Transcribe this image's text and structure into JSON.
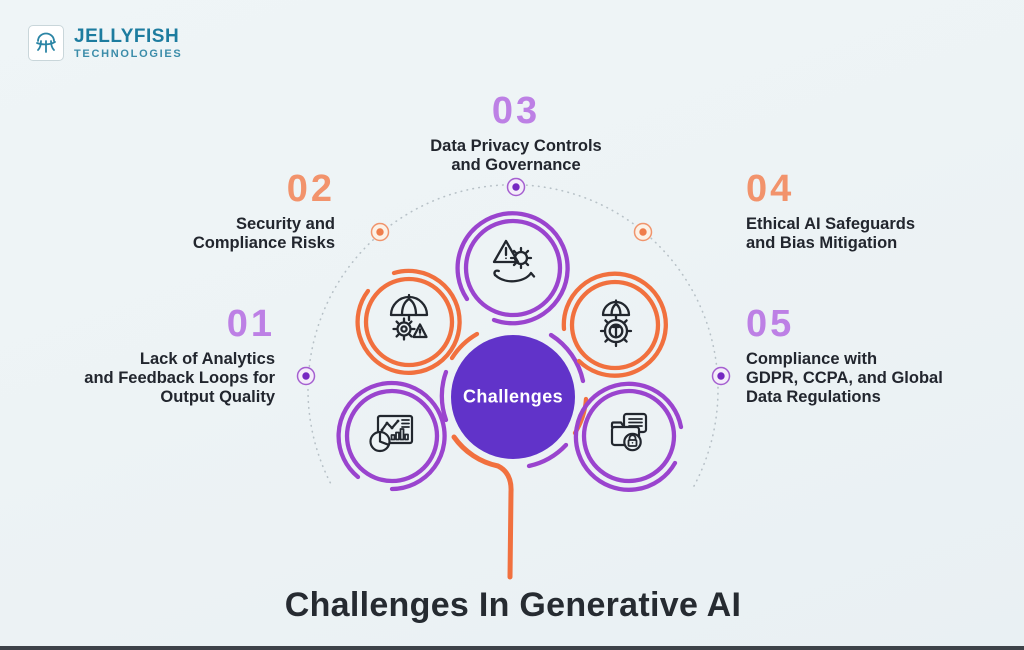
{
  "brand": {
    "name": "JELLYFISH",
    "subname": "TECHNOLOGIES",
    "logo_icon": "jellyfish-icon"
  },
  "title": "Challenges In Generative AI",
  "center_label": "Challenges",
  "colors": {
    "purple_ring": "#9A44CE",
    "orange_ring": "#F1703E",
    "purple_number": "#BD80E5",
    "orange_number": "#F2936C",
    "center_fill": "#6133C9",
    "text_dark": "#22262E",
    "brand_teal": "#1D7C9F",
    "background": "#EDF3F5"
  },
  "items": [
    {
      "number": "01",
      "color": "purple",
      "icon": "analytics-dashboard-icon",
      "lines": [
        "Lack of Analytics",
        "and Feedback Loops for",
        "Output Quality"
      ]
    },
    {
      "number": "02",
      "color": "orange",
      "icon": "umbrella-gear-risk-icon",
      "lines": [
        "Security and",
        "Compliance Risks"
      ]
    },
    {
      "number": "03",
      "color": "purple",
      "icon": "hand-warning-gear-icon",
      "lines": [
        "Data Privacy Controls",
        "and Governance"
      ]
    },
    {
      "number": "04",
      "color": "orange",
      "icon": "umbrella-gear-balance-icon",
      "lines": [
        "Ethical AI Safeguards",
        "and Bias Mitigation"
      ]
    },
    {
      "number": "05",
      "color": "purple",
      "icon": "folder-lock-icon",
      "lines": [
        "Compliance with",
        "GDPR, CCPA, and Global",
        "Data Regulations"
      ]
    }
  ]
}
